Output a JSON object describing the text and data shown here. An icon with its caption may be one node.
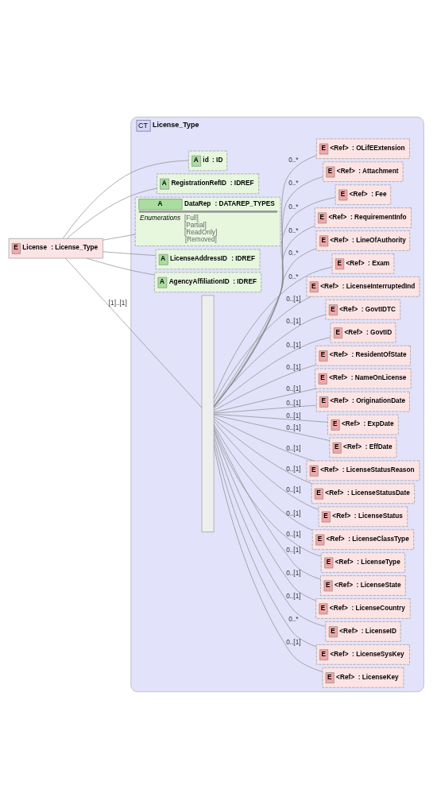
{
  "diagram": {
    "nodes": [
      {
        "text": [
          "E",
          "License",
          ": License_Type"
        ]
      },
      {
        "text": [
          "CT",
          "License_Type"
        ]
      },
      {
        "text": [
          "A",
          "id",
          ": ID"
        ],
        "in": 1
      },
      {
        "text": [
          "A",
          "RegistrationRefID",
          ": IDREF"
        ],
        "in": 1
      },
      {
        "text": [
          "A",
          "DataRep",
          ": DATAREP_TYPES",
          "Enumerations",
          "[Full]",
          "[Partial]",
          "[ReadOnly]",
          "[Removed]"
        ],
        "in": 1
      },
      {
        "text": [
          "A",
          "LicenseAddressID",
          ": IDREF"
        ],
        "in": 1
      },
      {
        "text": [
          "A",
          "AgencyAffiliationID",
          ": IDREF"
        ],
        "in": 1
      },
      {
        "text": [],
        "shape": "bar",
        "in": 1
      },
      {
        "text": [
          "E",
          "<Ref>",
          ": LicenseKey"
        ],
        "in": 1
      },
      {
        "text": [
          "E",
          "<Ref>",
          ": LicenseSysKey"
        ],
        "in": 1
      },
      {
        "text": [
          "E",
          "<Ref>",
          ": LicenseID"
        ],
        "in": 1
      },
      {
        "text": [
          "E",
          "<Ref>",
          ": LicenseCountry"
        ],
        "in": 1
      },
      {
        "text": [
          "E",
          "<Ref>",
          ": LicenseState"
        ],
        "in": 1
      },
      {
        "text": [
          "E",
          "<Ref>",
          ": LicenseType"
        ],
        "in": 1
      },
      {
        "text": [
          "E",
          "<Ref>",
          ": LicenseClassType"
        ],
        "in": 1
      },
      {
        "text": [
          "E",
          "<Ref>",
          ": LicenseStatus"
        ],
        "in": 1
      },
      {
        "text": [
          "E",
          "<Ref>",
          ": LicenseStatusDate"
        ],
        "in": 1
      },
      {
        "text": [
          "E",
          "<Ref>",
          ": LicenseStatusReason"
        ],
        "in": 1
      },
      {
        "text": [
          "E",
          "<Ref>",
          ": EffDate"
        ],
        "in": 1
      },
      {
        "text": [
          "E",
          "<Ref>",
          ": ExpDate"
        ],
        "in": 1
      },
      {
        "text": [
          "E",
          "<Ref>",
          ": OriginationDate"
        ],
        "in": 1
      },
      {
        "text": [
          "E",
          "<Ref>",
          ": NameOnLicense"
        ],
        "in": 1
      },
      {
        "text": [
          "E",
          "<Ref>",
          ": ResidentOfState"
        ],
        "in": 1
      },
      {
        "text": [
          "E",
          "<Ref>",
          ": GovtID"
        ],
        "in": 1
      },
      {
        "text": [
          "E",
          "<Ref>",
          ": GovtIDTC"
        ],
        "in": 1
      },
      {
        "text": [
          "E",
          "<Ref>",
          ": LicenseInterruptedInd"
        ],
        "in": 1
      },
      {
        "text": [
          "E",
          "<Ref>",
          ": Exam"
        ],
        "in": 1
      },
      {
        "text": [
          "E",
          "<Ref>",
          ": LineOfAuthority"
        ],
        "in": 1
      },
      {
        "text": [
          "E",
          "<Ref>",
          ": RequirementInfo"
        ],
        "in": 1
      },
      {
        "text": [
          "E",
          "<Ref>",
          ": Fee"
        ],
        "in": 1
      },
      {
        "text": [
          "E",
          "<Ref>",
          ": Attachment"
        ],
        "in": 1
      },
      {
        "text": [
          "E",
          "<Ref>",
          ": OLifEExtension"
        ],
        "in": 1
      }
    ],
    "edges": [
      {
        "from": 0,
        "to": 2,
        "arrow": "none"
      },
      {
        "from": 0,
        "to": 3,
        "arrow": "none"
      },
      {
        "from": 0,
        "to": 4,
        "arrow": "none"
      },
      {
        "from": 0,
        "to": 5,
        "arrow": "none"
      },
      {
        "from": 0,
        "to": 6,
        "arrow": "none"
      },
      {
        "from": 0,
        "to": 7,
        "arrow": "none",
        "label": "[1]..[1]"
      },
      {
        "from": 7,
        "to": 8,
        "arrow": "none",
        "label": "0..[1]"
      },
      {
        "from": 7,
        "to": 9,
        "arrow": "none",
        "label": "0..*"
      },
      {
        "from": 7,
        "to": 10,
        "arrow": "none",
        "label": "0..[1]"
      },
      {
        "from": 7,
        "to": 11,
        "arrow": "none",
        "label": "0..[1]"
      },
      {
        "from": 7,
        "to": 12,
        "arrow": "none",
        "label": "0..[1]"
      },
      {
        "from": 7,
        "to": 13,
        "arrow": "none",
        "label": "0..[1]"
      },
      {
        "from": 7,
        "to": 14,
        "arrow": "none",
        "label": "0..[1]"
      },
      {
        "from": 7,
        "to": 15,
        "arrow": "none",
        "label": "0..[1]"
      },
      {
        "from": 7,
        "to": 16,
        "arrow": "none",
        "label": "0..[1]"
      },
      {
        "from": 7,
        "to": 17,
        "arrow": "none",
        "label": "0..[1]"
      },
      {
        "from": 7,
        "to": 18,
        "arrow": "none",
        "label": "0..[1]"
      },
      {
        "from": 7,
        "to": 19,
        "arrow": "none",
        "label": "0..[1]"
      },
      {
        "from": 7,
        "to": 20,
        "arrow": "none",
        "label": "0..[1]"
      },
      {
        "from": 7,
        "to": 21,
        "arrow": "none",
        "label": "0..[1]"
      },
      {
        "from": 7,
        "to": 22,
        "arrow": "none",
        "label": "0..[1]"
      },
      {
        "from": 7,
        "to": 23,
        "arrow": "none",
        "label": "0..[1]"
      },
      {
        "from": 7,
        "to": 24,
        "arrow": "none",
        "label": "0..[1]"
      },
      {
        "from": 7,
        "to": 25,
        "arrow": "none",
        "label": "0..[1]"
      },
      {
        "from": 7,
        "to": 26,
        "arrow": "none",
        "label": "0..*"
      },
      {
        "from": 7,
        "to": 27,
        "arrow": "none",
        "label": "0..*"
      },
      {
        "from": 7,
        "to": 28,
        "arrow": "none",
        "label": "0..*"
      },
      {
        "from": 7,
        "to": 29,
        "arrow": "none",
        "label": "0..*"
      },
      {
        "from": 7,
        "to": 30,
        "arrow": "none",
        "label": "0..*"
      },
      {
        "from": 7,
        "to": 31,
        "arrow": "none",
        "label": "0..*"
      }
    ]
  }
}
